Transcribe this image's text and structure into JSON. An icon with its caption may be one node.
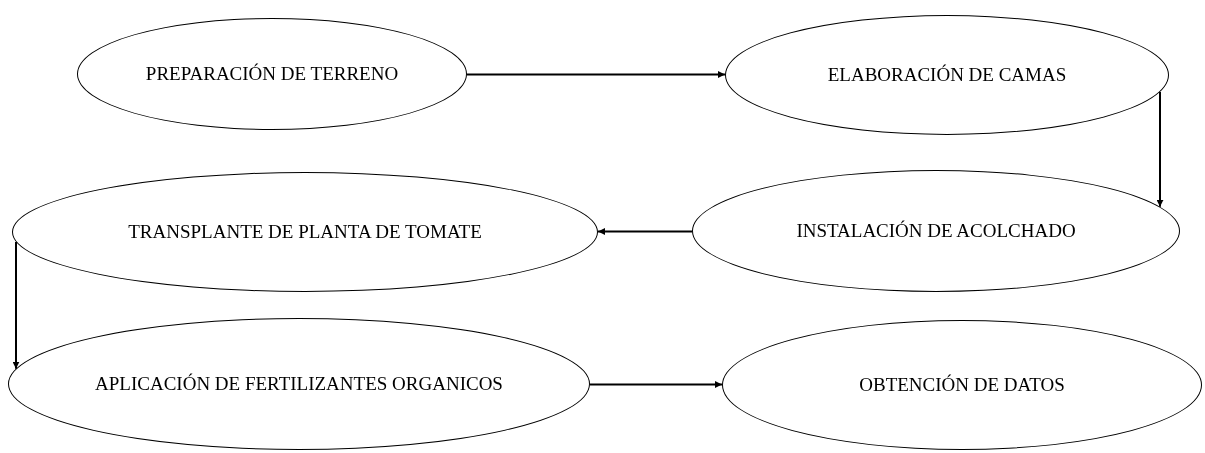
{
  "diagram": {
    "nodes": [
      {
        "text": [
          "PREPARACIÓN DE TERRENO"
        ]
      },
      {
        "text": [
          "ELABORACIÓN DE CAMAS"
        ]
      },
      {
        "text": [
          "TRANSPLANTE DE PLANTA DE TOMATE"
        ]
      },
      {
        "text": [
          "INSTALACIÓN DE ACOLCHADO"
        ]
      },
      {
        "text": [
          "APLICACIÓN DE FERTILIZANTES ORGANICOS"
        ]
      },
      {
        "text": [
          "OBTENCIÓN DE DATOS"
        ]
      }
    ],
    "edges": [
      {
        "from": 0,
        "to": 1,
        "arrow": "to"
      },
      {
        "from": 1,
        "to": 3,
        "arrow": "to"
      },
      {
        "from": 3,
        "to": 2,
        "arrow": "to"
      },
      {
        "from": 2,
        "to": 4,
        "arrow": "to"
      },
      {
        "from": 4,
        "to": 5,
        "arrow": "to"
      }
    ]
  }
}
